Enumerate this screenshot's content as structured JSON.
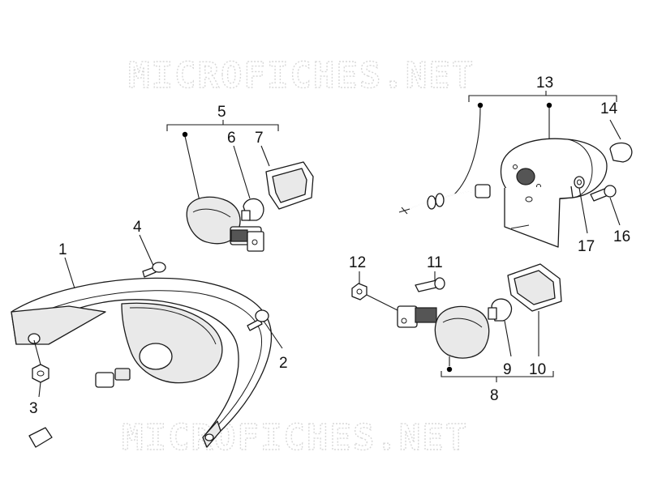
{
  "watermark": {
    "top": "MICROFICHES.NET",
    "bottom": "MICROFICHES.NET"
  },
  "callouts": [
    "1",
    "2",
    "3",
    "4",
    "5",
    "6",
    "7",
    "8",
    "9",
    "10",
    "11",
    "12",
    "13",
    "14",
    "16",
    "17"
  ]
}
